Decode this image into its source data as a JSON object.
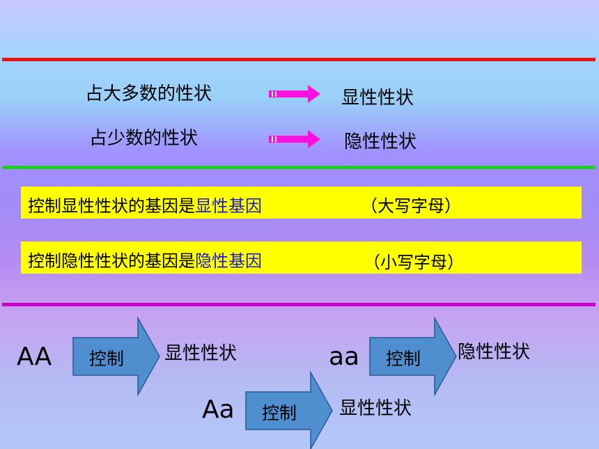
{
  "colors": {
    "red_line": "#ee1111",
    "green_line": "#22cc22",
    "magenta_line": "#cc00cc",
    "pink_arrow": "#ff10e0",
    "highlight": "#ffff00",
    "gene_blue": "#1b1bd6",
    "block_arrow_fill": "#4f8fd0"
  },
  "section1": {
    "row1_left": "占大多数的性状",
    "row1_right": "显性性状",
    "row2_left": "占少数的性状",
    "row2_right": "隐性性状"
  },
  "section2": {
    "box1_main": "控制显性性状的基因是",
    "box1_gene": "显性基因",
    "box1_note": "（大写字母）",
    "box2_main": "控制隐性性状的基因是",
    "box2_gene": "隐性基因",
    "box2_note": "（小写字母）"
  },
  "section3": {
    "g1_genotype": "AA",
    "g1_arrow": "控制",
    "g1_trait": "显性性状",
    "g2_genotype": "aa",
    "g2_arrow": "控制",
    "g2_trait": "隐性性状",
    "g3_genotype": "Aa",
    "g3_arrow": "控制",
    "g3_trait": "显性性状"
  }
}
